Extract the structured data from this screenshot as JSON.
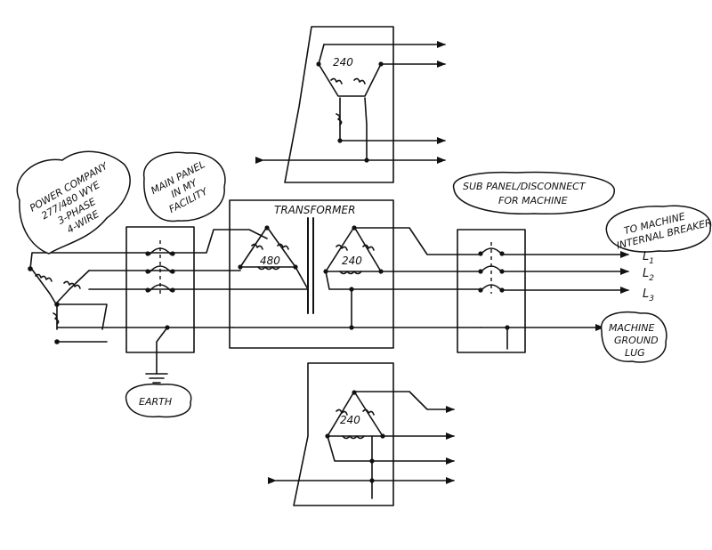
{
  "labels": {
    "power_company": [
      "POWER COMPANY",
      "277/480 WYE",
      "3-PHASE",
      "4-WIRE"
    ],
    "main_panel": [
      "MAIN PANEL",
      "IN MY",
      "FACILITY"
    ],
    "transformer": "TRANSFORMER",
    "primary_voltage": "480",
    "secondary_voltage": "240",
    "sub_panel": [
      "SUB PANEL/DISCONNECT",
      "FOR MACHINE"
    ],
    "to_machine": [
      "TO MACHINE",
      "INTERNAL BREAKER"
    ],
    "machine_ground": [
      "MACHINE",
      "GROUND",
      "LUG"
    ],
    "earth": "EARTH",
    "top_delta": "240",
    "bottom_delta": "240",
    "lines": {
      "l1": "L",
      "l1_sub": "1",
      "l2": "L",
      "l2_sub": "2",
      "l3": "L",
      "l3_sub": "3"
    }
  }
}
